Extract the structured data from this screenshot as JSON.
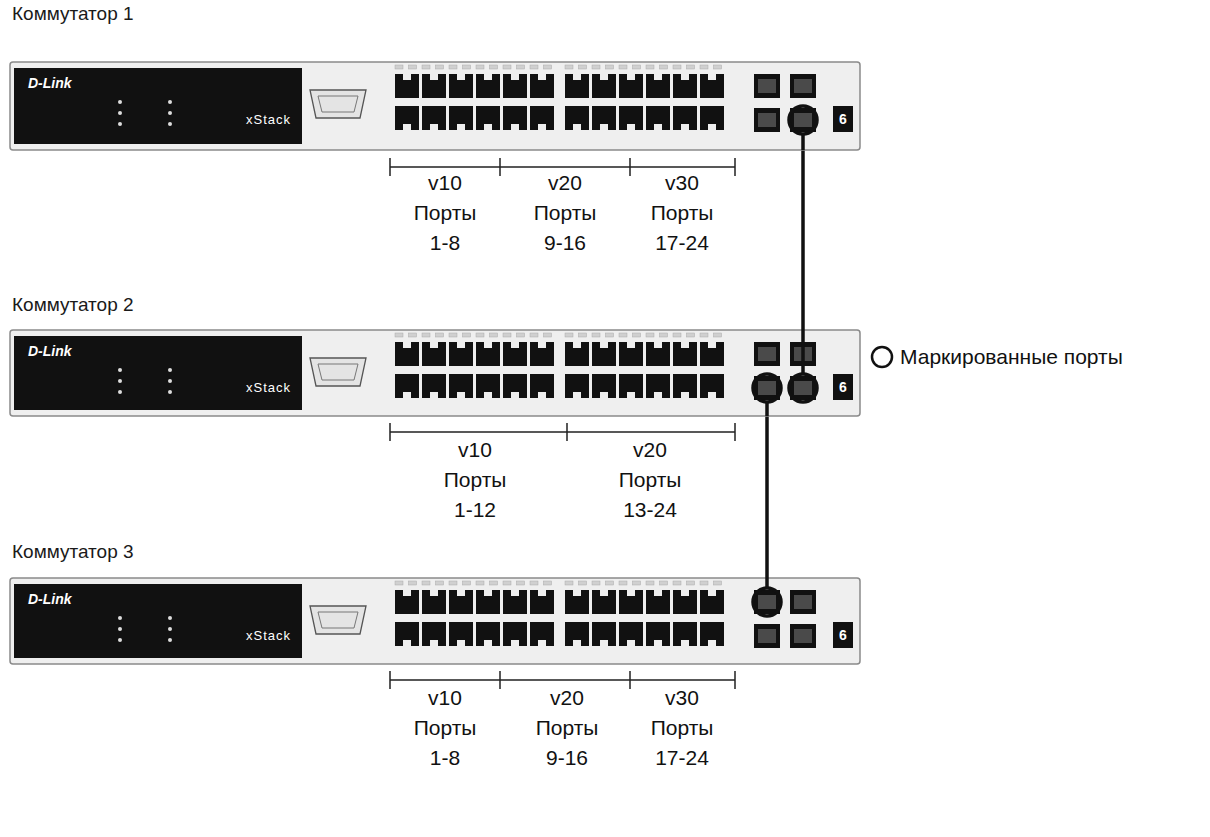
{
  "diagram": {
    "nodes": [
      {
        "text": [
          "Коммутатор 1",
          "D-Link",
          "xStack",
          "6"
        ]
      },
      {
        "text": [
          "Коммутатор 2",
          "D-Link",
          "xStack",
          "6"
        ]
      },
      {
        "text": [
          "Коммутатор 3",
          "D-Link",
          "xStack",
          "6"
        ]
      }
    ],
    "edges": [
      {
        "from": 0,
        "to": 1,
        "arrow": "none"
      },
      {
        "from": 1,
        "to": 2,
        "arrow": "none"
      }
    ],
    "labels": [
      "v10",
      "Порты",
      "1-8",
      "v20",
      "Порты",
      "9-16",
      "v30",
      "Порты",
      "17-24",
      "v10",
      "Порты",
      "1-12",
      "v20",
      "Порты",
      "13-24",
      "v10",
      "Порты",
      "1-8",
      "v20",
      "Порты",
      "9-16",
      "v30",
      "Порты",
      "17-24"
    ],
    "legend": [
      {
        "text": "Маркированные порты"
      }
    ]
  }
}
